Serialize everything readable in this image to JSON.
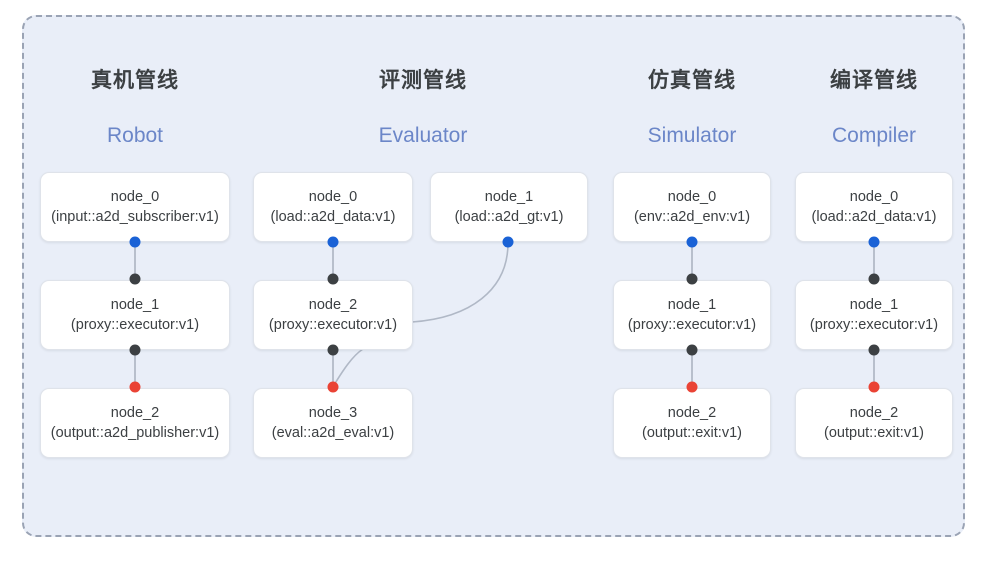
{
  "diagram": {
    "panel_background": "#e9eef8",
    "border_style": "dashed",
    "border_color": "#9aa3b4",
    "dot_colors": {
      "input": "#1a62d6",
      "internal": "#3c4043",
      "output": "#ea4335"
    },
    "columns": [
      {
        "id": "robot",
        "title_cn": "真机管线",
        "title_en": "Robot",
        "nodes": [
          {
            "id": "node_0",
            "type": "(input::a2d_subscriber:v1)"
          },
          {
            "id": "node_1",
            "type": "(proxy::executor:v1)"
          },
          {
            "id": "node_2",
            "type": "(output::a2d_publisher:v1)"
          }
        ]
      },
      {
        "id": "evaluator",
        "title_cn": "评测管线",
        "title_en": "Evaluator",
        "nodes": [
          {
            "id": "node_0",
            "type": "(load::a2d_data:v1)"
          },
          {
            "id": "node_2",
            "type": "(proxy::executor:v1)"
          },
          {
            "id": "node_3",
            "type": "(eval::a2d_eval:v1)"
          }
        ],
        "side_nodes": [
          {
            "id": "node_1",
            "type": "(load::a2d_gt:v1)"
          }
        ]
      },
      {
        "id": "simulator",
        "title_cn": "仿真管线",
        "title_en": "Simulator",
        "nodes": [
          {
            "id": "node_0",
            "type": "(env::a2d_env:v1)"
          },
          {
            "id": "node_1",
            "type": "(proxy::executor:v1)"
          },
          {
            "id": "node_2",
            "type": "(output::exit:v1)"
          }
        ]
      },
      {
        "id": "compiler",
        "title_cn": "编译管线",
        "title_en": "Compiler",
        "nodes": [
          {
            "id": "node_0",
            "type": "(load::a2d_data:v1)"
          },
          {
            "id": "node_1",
            "type": "(proxy::executor:v1)"
          },
          {
            "id": "node_2",
            "type": "(output::exit:v1)"
          }
        ]
      }
    ]
  }
}
